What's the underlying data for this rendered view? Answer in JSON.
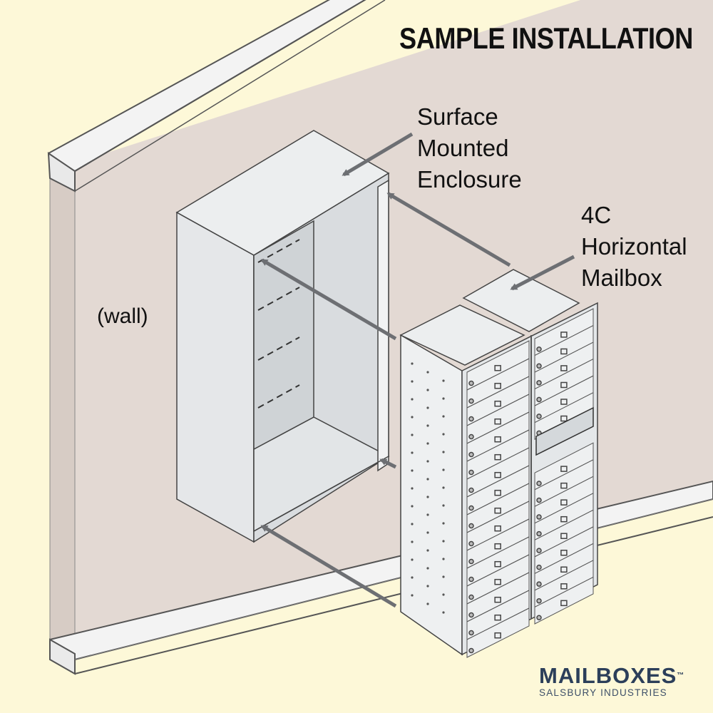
{
  "title": "SAMPLE INSTALLATION",
  "labels": {
    "enclosure": [
      "Surface",
      "Mounted",
      "Enclosure"
    ],
    "mailbox": [
      "4C",
      "Horizontal",
      "Mailbox"
    ],
    "wall": "(wall)"
  },
  "brand": {
    "name": "MAILBOXES",
    "trademark": "™",
    "subtitle": "SALSBURY INDUSTRIES"
  },
  "colors": {
    "background": "#fdf8d8",
    "wall": "#e3d9d3",
    "metal": "#e7e9eb",
    "arrow": "#6d6f73",
    "brand": "#2c3f5a"
  }
}
